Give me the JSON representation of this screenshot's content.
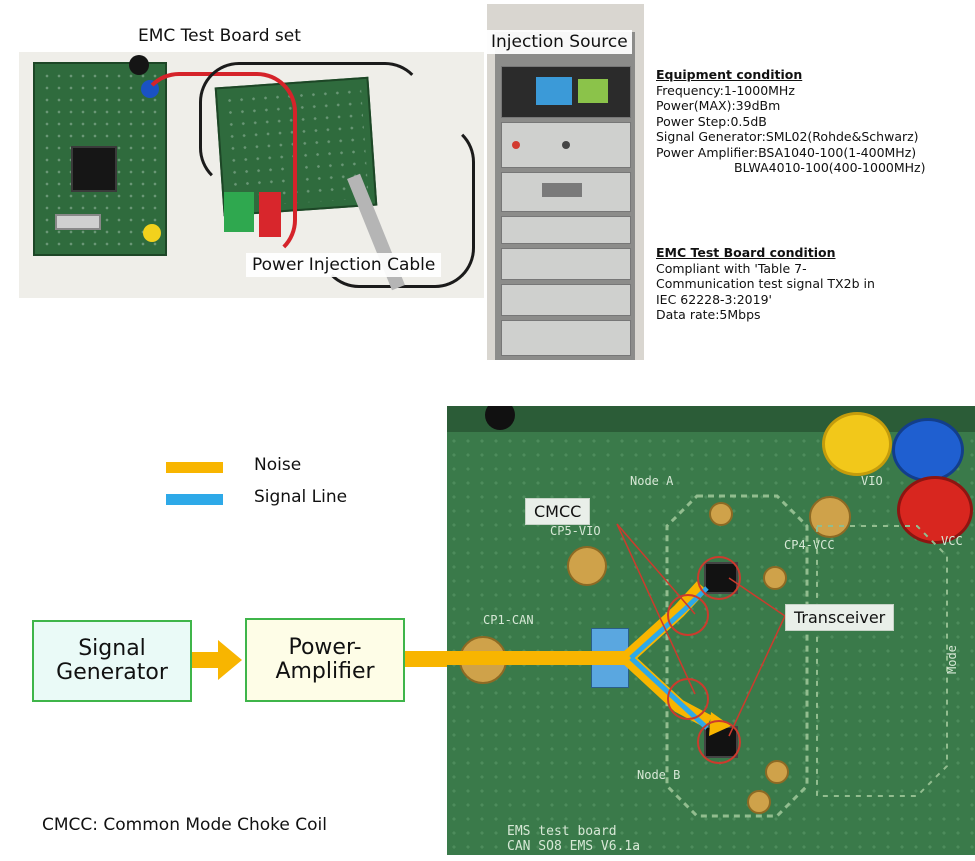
{
  "top_photo": {
    "board_set_label": "EMC Test Board set",
    "cable_label": "Power Injection Cable"
  },
  "rack_photo": {
    "label": "Injection Source"
  },
  "equipment": {
    "heading": "Equipment condition",
    "lines": [
      "Frequency:1-1000MHz",
      "Power(MAX):39dBm",
      "Power Step:0.5dB",
      "Signal Generator:SML02(Rohde&Schwarz)",
      "Power Amplifier:BSA1040-100(1-400MHz)",
      "BLWA4010-100(400-1000MHz)"
    ]
  },
  "board_condition": {
    "heading": "EMC Test Board condition",
    "lines": [
      "Compliant with 'Table 7-",
      "Communication test signal TX2b in",
      "IEC 62228-3:2019'",
      "Data rate:5Mbps"
    ]
  },
  "legend": {
    "items": [
      {
        "label": "Noise",
        "color": "#f8b500"
      },
      {
        "label": "Signal Line",
        "color": "#2ea9e8"
      }
    ]
  },
  "diagram": {
    "signal_generator": "Signal Generator",
    "power_amplifier": "Power-Amplifier",
    "box_border_color": "#3fb54a",
    "box_fill_color": "#fefde7",
    "arrow_color": "#f8b500",
    "footnote": "CMCC: Common Mode Choke Coil"
  },
  "board_photo": {
    "callouts": {
      "cmcc": "CMCC",
      "transceiver": "Transceiver"
    },
    "silkscreen": {
      "node_a": "Node A",
      "node_b": "Node B",
      "cp5": "CP5-VIO",
      "cp4": "CP4-VCC",
      "cp1": "CP1-CAN",
      "vio": "VIO",
      "vcc": "VCC",
      "mode": "Mode",
      "board_line1": "EMS test board",
      "board_line2": "CAN SO8 EMS V6.1a"
    }
  }
}
